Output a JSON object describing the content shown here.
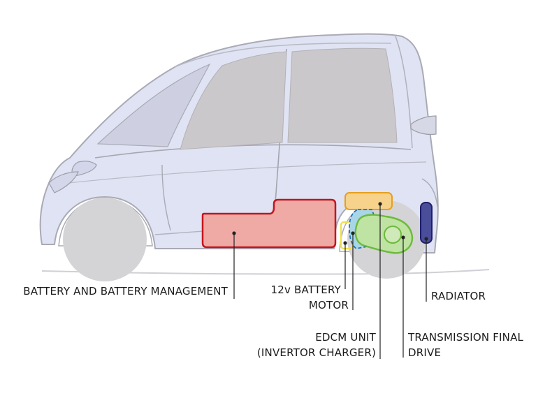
{
  "colors": {
    "body_fill": "#dfe3f3",
    "body_outline": "#a9aab5",
    "glass": "#cbc8cc",
    "wheel": "#d4d3d6",
    "battery_fill": "#efaaa6",
    "battery_stroke": "#c4161c",
    "edcm_fill": "#f6d28b",
    "edcm_stroke": "#e5a021",
    "motor_fill": "#a9d6e6",
    "motor_stroke": "#1e73b8",
    "transmission_fill": "#bfe3a3",
    "transmission_stroke": "#6dba3c",
    "battery12v_stroke": "#f0e14a",
    "radiator_fill": "#4a4d9a",
    "radiator_stroke": "#1d1f6b"
  },
  "labels": {
    "battery": "BATTERY AND BATTERY MANAGEMENT",
    "battery12v": "12v BATTERY",
    "motor": "MOTOR",
    "edcm_line1": "EDCM UNIT",
    "edcm_line2": "(INVERTOR CHARGER)",
    "transmission_line1": "TRANSMISSION FINAL",
    "transmission_line2": "DRIVE",
    "radiator": "RADIATOR"
  }
}
